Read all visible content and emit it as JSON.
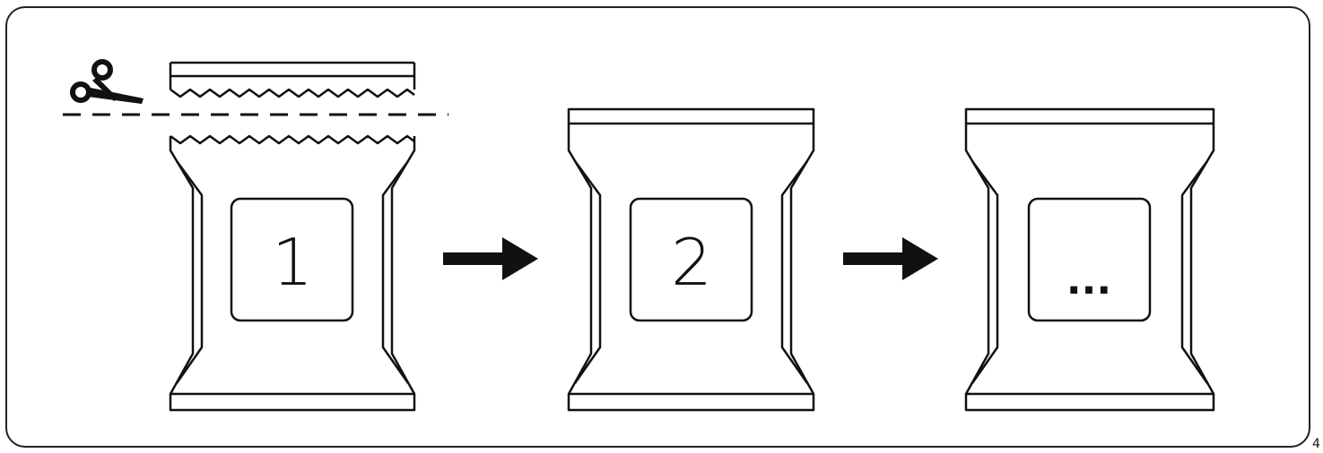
{
  "packets": [
    {
      "label": "1",
      "cut": true
    },
    {
      "label": "2",
      "cut": false
    },
    {
      "label": "...",
      "cut": false
    }
  ],
  "corner_mark": "4",
  "icons": {
    "cut": "scissors-icon",
    "flow": "arrow-right-icon"
  },
  "colors": {
    "line": "#111111",
    "background": "#ffffff"
  }
}
